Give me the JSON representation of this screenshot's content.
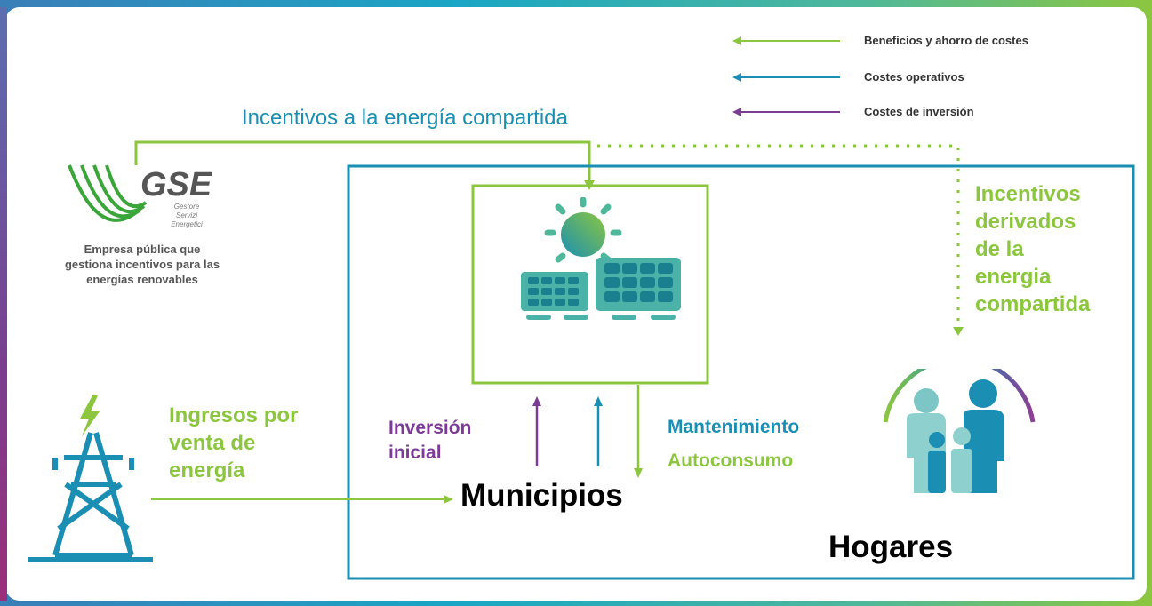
{
  "legend": {
    "items": [
      {
        "label": "Beneficios y ahorro de costes",
        "color": "#8cc63f"
      },
      {
        "label": "Costes operativos",
        "color": "#1a8fb3"
      },
      {
        "label": "Costes de inversión",
        "color": "#7b3c96"
      }
    ]
  },
  "flows": {
    "top_incentive": "Incentivos a la energía compartida",
    "shared_incentives": [
      "Incentivos",
      "derivados",
      "de la",
      "energia",
      "compartida"
    ],
    "energy_sales": [
      "Ingresos por",
      "venta de",
      "energía"
    ],
    "initial_investment": [
      "Inversión",
      "inicial"
    ],
    "maintenance": "Mantenimiento",
    "self_consumption": "Autoconsumo"
  },
  "gse": {
    "logo_text": "GSE",
    "logo_sub": [
      "Gestore",
      "Servizi",
      "Energetici"
    ],
    "caption": [
      "Empresa pública que",
      "gestiona incentivos para las",
      "energías renovables"
    ]
  },
  "actors": {
    "municipios": "Municipios",
    "hogares": "Hogares"
  },
  "icons": [
    "solar-panel-icon",
    "power-tower-icon",
    "family-icon",
    "gse-logo"
  ]
}
